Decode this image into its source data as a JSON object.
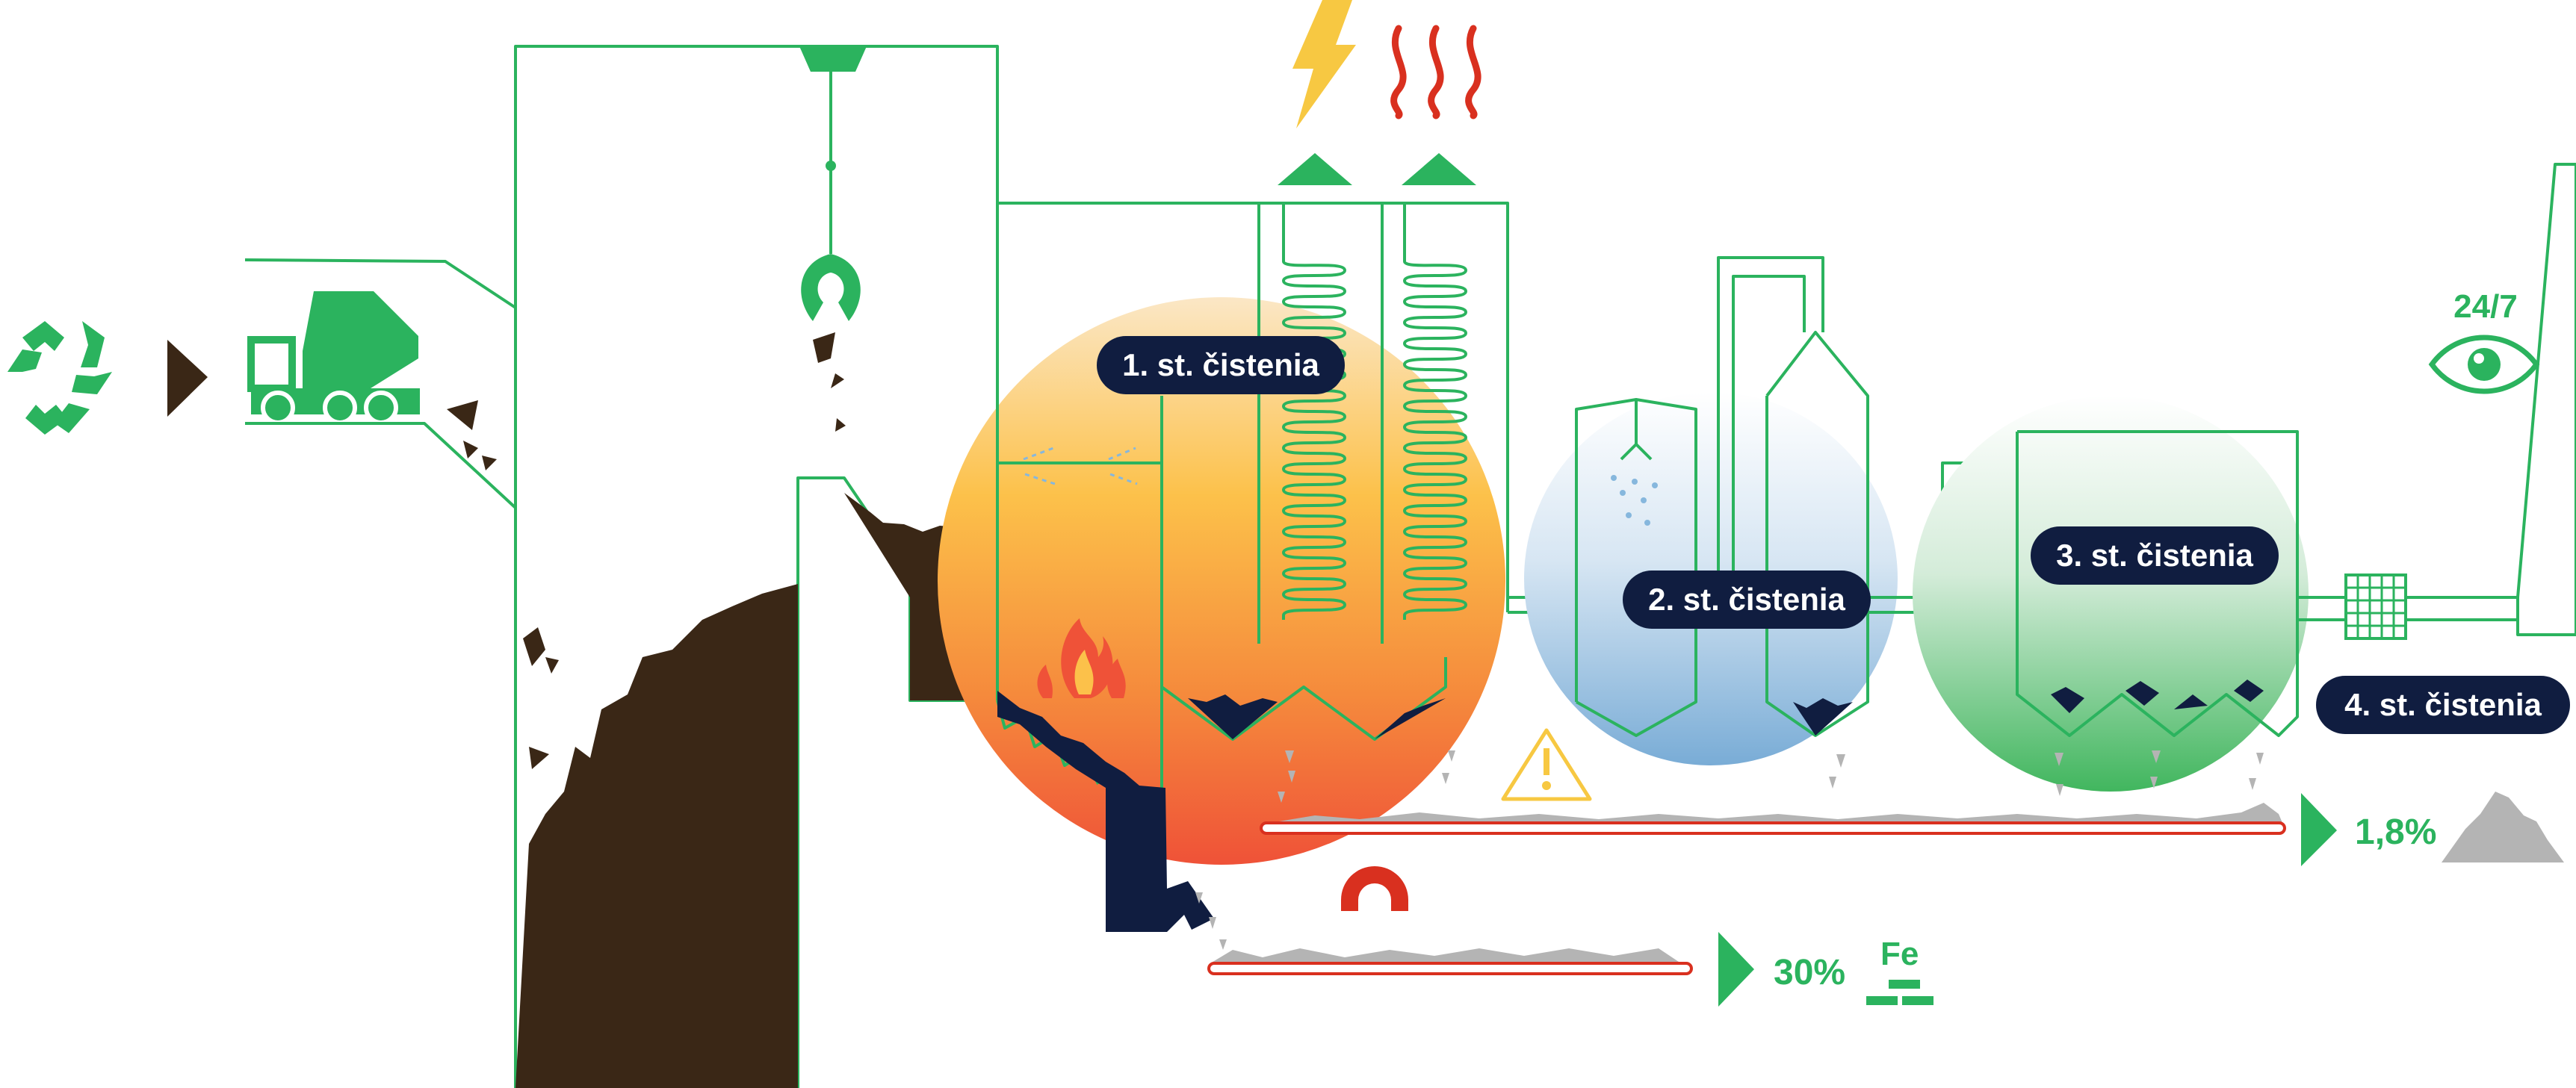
{
  "stages": {
    "stage1": "1. st. čistenia",
    "stage2": "2. st. čistenia",
    "stage3": "3. st. čistenia",
    "stage4": "4. st. čistenia"
  },
  "monitoring": {
    "label": "24/7",
    "icon": "eye-icon"
  },
  "outputs": {
    "fly_ash_percent": "1,8%",
    "iron_percent": "30%",
    "iron_symbol": "Fe"
  },
  "icons": [
    "recycle-icon",
    "play-arrow-icon",
    "garbage-truck-icon",
    "crane-claw-icon",
    "lightning-icon",
    "heat-waves-icon",
    "flame-icon",
    "magnet-icon",
    "warning-icon",
    "filter-grid-icon",
    "eye-icon",
    "iron-bars-icon",
    "ash-pile-icon"
  ],
  "colors": {
    "green": "#2bb35e",
    "navy": "#101d40",
    "waste_brown": "#3a2716",
    "red": "#d9301f",
    "orange": "#f3733a",
    "yellow": "#f7c842",
    "ash_gray": "#b4b4b4",
    "blue": "#86b7dd"
  }
}
